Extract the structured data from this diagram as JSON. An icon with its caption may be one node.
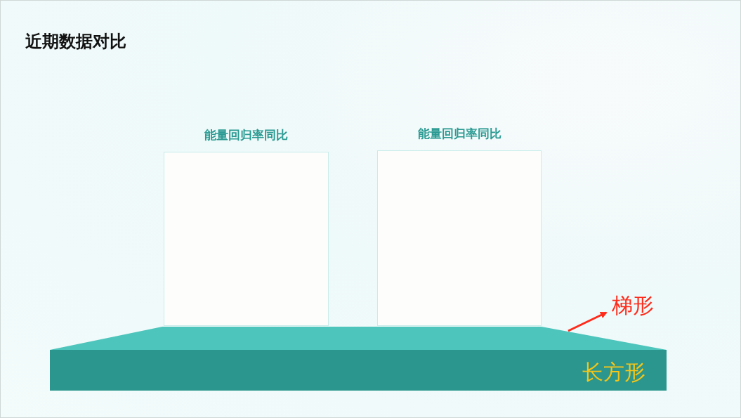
{
  "diagram": {
    "title": "近期数据对比",
    "nodes": [
      {
        "text": [
          "能量回归率同比"
        ]
      },
      {
        "text": [
          "能量回归率同比"
        ]
      },
      {
        "text": [
          "梯形"
        ]
      },
      {
        "text": [],
        "shape": "trapezoid"
      },
      {
        "text": [
          "长方形"
        ]
      }
    ],
    "edges": [
      {
        "from": 3,
        "to": 2,
        "arrow": "to",
        "color": "#ff2a1a"
      }
    ]
  }
}
